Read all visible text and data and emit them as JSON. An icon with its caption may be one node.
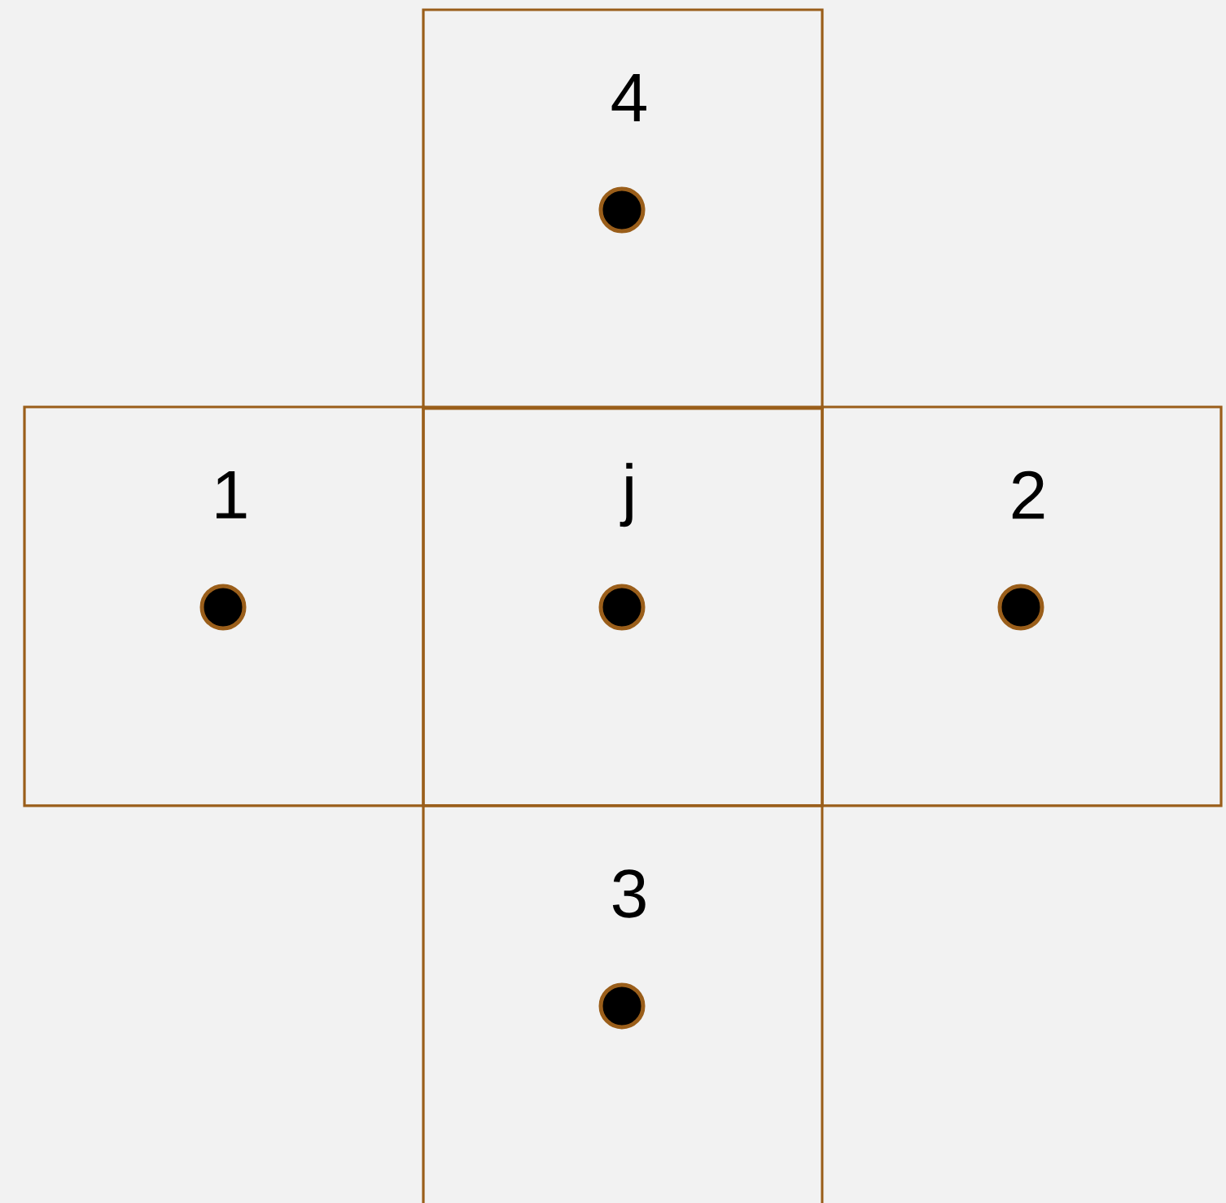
{
  "diagram": {
    "nodes": [
      {
        "text": [
          "4"
        ]
      },
      {
        "text": [
          "1"
        ]
      },
      {
        "text": [
          "j"
        ]
      },
      {
        "text": [
          "2"
        ]
      },
      {
        "text": [
          "3"
        ]
      }
    ]
  }
}
